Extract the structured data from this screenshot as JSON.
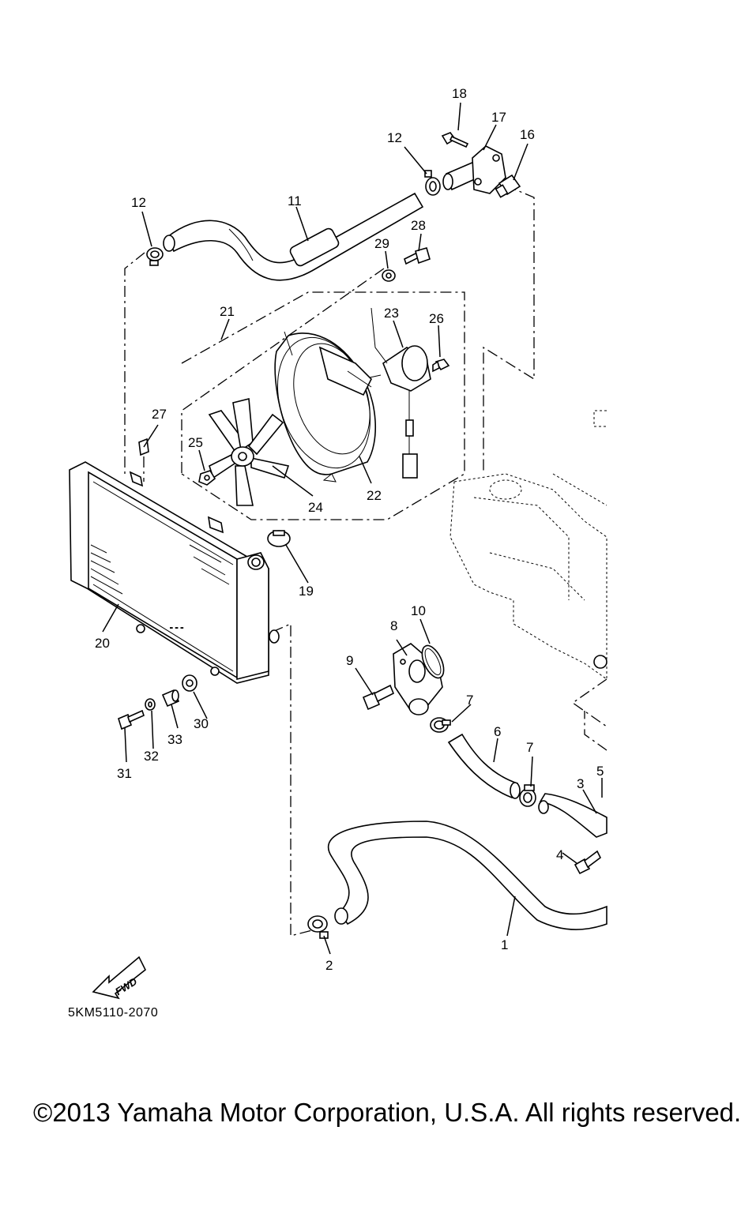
{
  "diagram": {
    "labels": {
      "l1": "1",
      "l2": "2",
      "l3": "3",
      "l4": "4",
      "l5": "5",
      "l6": "6",
      "l7a": "7",
      "l7b": "7",
      "l8": "8",
      "l9": "9",
      "l10": "10",
      "l11": "11",
      "l12a": "12",
      "l12b": "12",
      "l16": "16",
      "l17": "17",
      "l18": "18",
      "l19": "19",
      "l20": "20",
      "l21": "21",
      "l22": "22",
      "l23": "23",
      "l24": "24",
      "l25": "25",
      "l26": "26",
      "l27": "27",
      "l28": "28",
      "l29": "29",
      "l30": "30",
      "l31": "31",
      "l32": "32",
      "l33": "33"
    },
    "fwd_label": "FWD",
    "diagram_code": "5KM5110-2070"
  },
  "footer": {
    "copyright": "©2013 Yamaha Motor Corporation, U.S.A. All rights reserved."
  }
}
